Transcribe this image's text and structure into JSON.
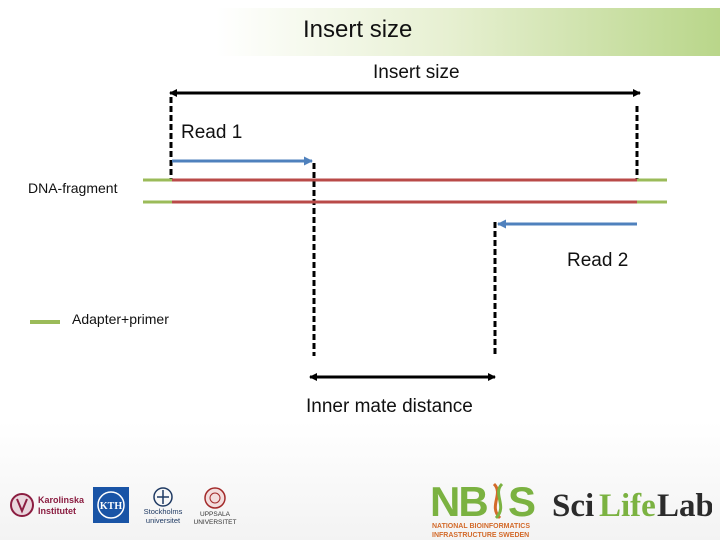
{
  "slide": {
    "title": "Insert size"
  },
  "diagram": {
    "insert_size_label": "Insert size",
    "read1_label": "Read 1",
    "read2_label": "Read 2",
    "dna_fragment_label": "DNA-fragment",
    "adapter_primer_label": "Adapter+primer",
    "inner_mate_distance_label": "Inner mate distance"
  },
  "colors": {
    "dna_strand": "#b94a48",
    "adapter": "#9bbb59",
    "read_arrow": "#4f81bd",
    "dashed_marker": "#000000",
    "title_gradient_end": "#b9d68a"
  },
  "footer": {
    "logos": [
      {
        "name": "Karolinska Institutet",
        "lines": [
          "Karolinska",
          "Institutet"
        ]
      },
      {
        "name": "KTH",
        "lines": [
          "KTH"
        ]
      },
      {
        "name": "Stockholms universitet",
        "lines": [
          "Stockholms",
          "universitet"
        ]
      },
      {
        "name": "Uppsala universitet",
        "lines": [
          "UPPSALA",
          "UNIVERSITET"
        ]
      }
    ],
    "nbis": {
      "text": "NBIS",
      "tagline_line1": "NATIONAL BIOINFORMATICS",
      "tagline_line2": "INFRASTRUCTURE SWEDEN"
    },
    "scilifelab": {
      "text": "SciLifeLab"
    }
  }
}
